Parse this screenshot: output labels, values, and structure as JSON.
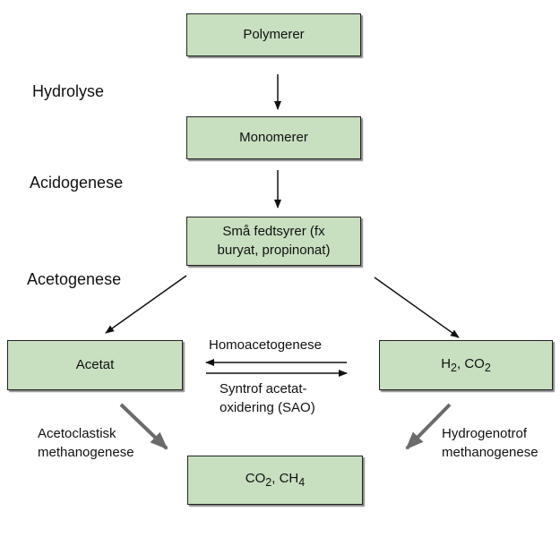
{
  "nodes": {
    "polymers": "Polymerer",
    "monomers": "Monomerer",
    "fatty_acids_line1": "Små fedtsyrer (fx",
    "fatty_acids_line2": "buryat, propinonat)",
    "acetate": "Acetat",
    "h2_co2": {
      "h": "H",
      "h_sub": "2",
      "sep": ", CO",
      "co_sub": "2"
    },
    "co2_ch4": {
      "co": "CO",
      "co_sub": "2",
      "sep": ", CH",
      "ch_sub": "4"
    }
  },
  "stages": {
    "hydrolysis": "Hydrolyse",
    "acidogenesis": "Acidogenese",
    "acetogenesis": "Acetogenese"
  },
  "edges": {
    "homoacetogenesis": "Homoacetogenese",
    "sao_line1": "Syntrof acetat-",
    "sao_line2": "oxidering (SAO)",
    "acetoclastic_line1": "Acetoclastisk",
    "acetoclastic_line2": "methanogenese",
    "hydrogenotrophic_line1": "Hydrogenotrof",
    "hydrogenotrophic_line2": "methanogenese"
  },
  "colors": {
    "box_fill": "#c8dfc0",
    "thick_arrow": "#6b6b6b"
  }
}
